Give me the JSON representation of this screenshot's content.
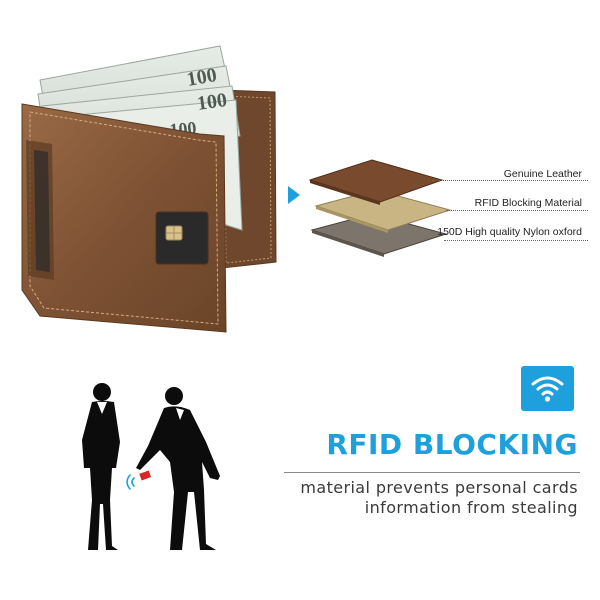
{
  "layers": {
    "items": [
      {
        "label": "Genuine Leather"
      },
      {
        "label": "RFID Blocking Material"
      },
      {
        "label": "150D High quality Nylon oxford"
      }
    ]
  },
  "banknote": {
    "denomination": "100"
  },
  "rfid": {
    "title": "RFID BLOCKING",
    "line1": "material prevents personal cards",
    "line2": "information from stealing"
  },
  "colors": {
    "accent": "#1ea0dc",
    "leather": "#8a5a3a",
    "rfid_material": "#c9b584",
    "nylon": "#7d756b"
  },
  "icons": {
    "badge": "wifi-icon",
    "arrow": "arrow-right-icon",
    "signal": "signal-waves-icon"
  }
}
